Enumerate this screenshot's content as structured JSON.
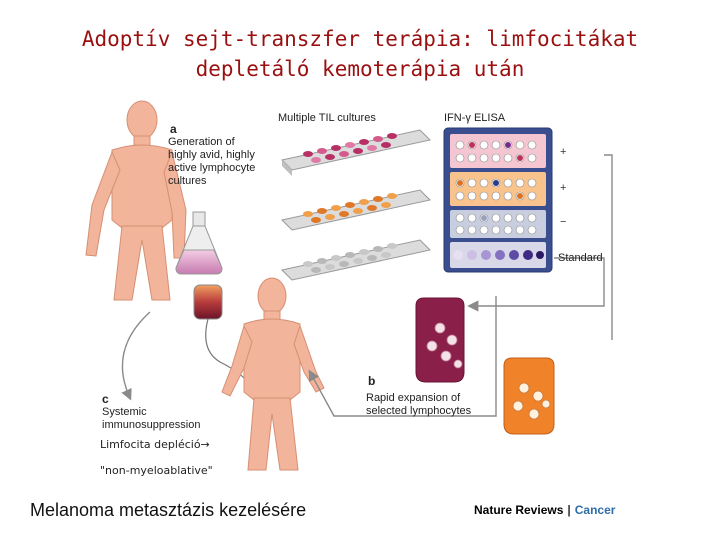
{
  "title": {
    "line1": "Adoptív sejt-transzfer terápia: limfocitákat",
    "line2": "depletáló kemoterápia után"
  },
  "figure": {
    "panel_a": {
      "letter": "a",
      "text_lines": [
        "Generation of",
        "highly avid, highly",
        "active lymphocyte",
        "cultures"
      ]
    },
    "panel_b": {
      "letter": "b",
      "text_lines": [
        "Rapid expansion of",
        "selected lymphocytes"
      ]
    },
    "panel_c": {
      "letter": "c",
      "text_lines": [
        "Systemic",
        "immunosuppression"
      ]
    },
    "multiple_til_label": "Multiple TIL cultures",
    "elisa_label": "IFN-γ ELISA",
    "standard_label": "Standard",
    "signs": [
      "+",
      "+",
      "−"
    ]
  },
  "notes": {
    "depletion": "Limfocita depléció→",
    "nonmyelo": "\"non-myeloablative\""
  },
  "caption": "Melanoma metasztázis kezelésére",
  "source": {
    "journal": "Nature Reviews",
    "separator": "|",
    "section": "Cancer"
  },
  "colors": {
    "title": "#9a1010",
    "skin": "#f2b49b",
    "arrow": "#8a8a8a",
    "brand_blue": "#2e6da8"
  }
}
